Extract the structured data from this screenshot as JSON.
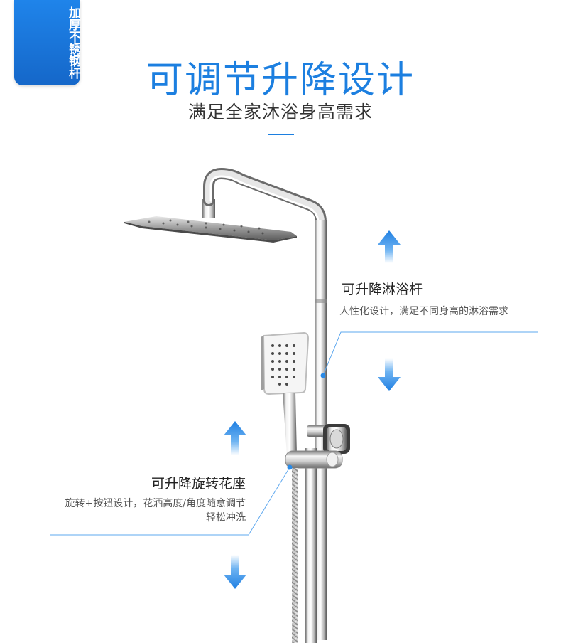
{
  "badge": {
    "text": "加厚不锈钢杆"
  },
  "header": {
    "title": "可调节升降设计",
    "subtitle": "满足全家沐浴身高需求"
  },
  "feature_rod": {
    "title": "可升降淋浴杆",
    "description": "人性化设计，满足不同身高的淋浴需求"
  },
  "feature_seat": {
    "title": "可升降旋转花座",
    "description_line1": "旋转+按钮设计，花洒高度/角度随意调节",
    "description_line2": "轻松冲洗"
  },
  "colors": {
    "accent_blue": "#1c7fe0",
    "badge_blue": "#1567c9",
    "arrow_blue": "#2a8ae6"
  },
  "icons": [
    "arrow-up-icon",
    "arrow-down-icon"
  ]
}
